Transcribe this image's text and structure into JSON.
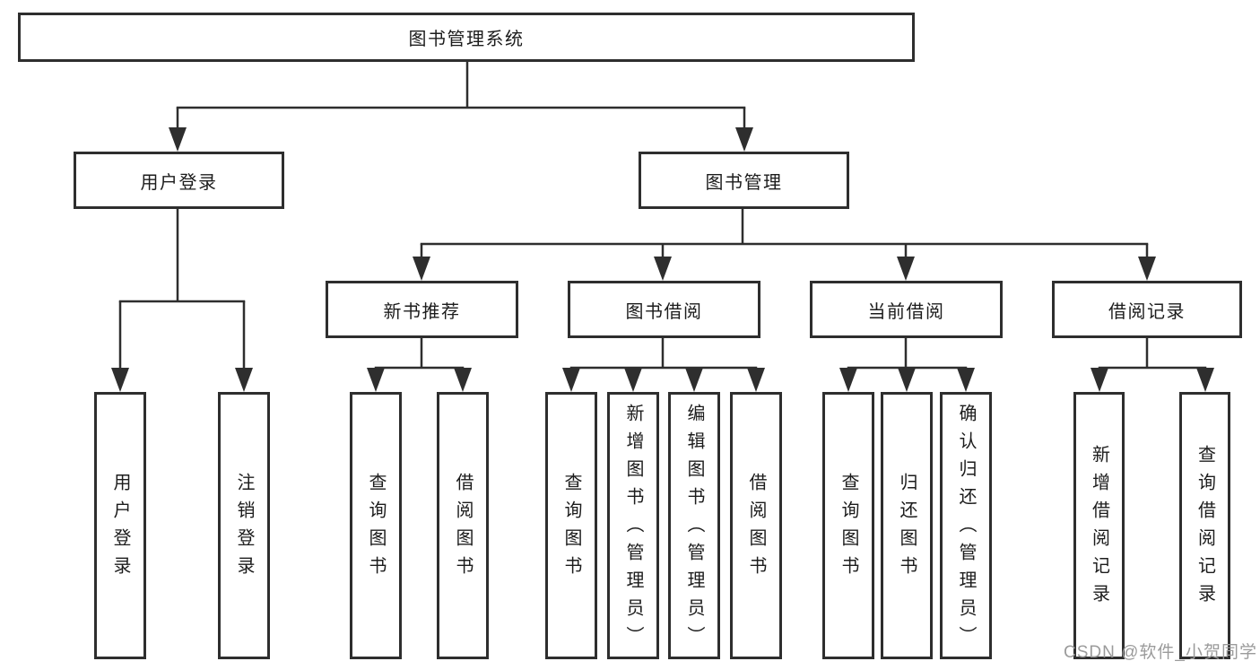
{
  "root": {
    "label": "图书管理系统"
  },
  "branches": [
    {
      "label": "用户登录",
      "children": [
        {
          "label": "用户登录"
        },
        {
          "label": "注销登录"
        }
      ]
    },
    {
      "label": "图书管理",
      "children": [
        {
          "label": "新书推荐",
          "children": [
            {
              "label": "查询图书"
            },
            {
              "label": "借阅图书"
            }
          ]
        },
        {
          "label": "图书借阅",
          "children": [
            {
              "label": "查询图书"
            },
            {
              "label": "新增图书（管理员）"
            },
            {
              "label": "编辑图书（管理员）"
            },
            {
              "label": "借阅图书"
            }
          ]
        },
        {
          "label": "当前借阅",
          "children": [
            {
              "label": "查询图书"
            },
            {
              "label": "归还图书"
            },
            {
              "label": "确认归还（管理员）"
            }
          ]
        },
        {
          "label": "借阅记录",
          "children": [
            {
              "label": "新增借阅记录"
            },
            {
              "label": "查询借阅记录"
            }
          ]
        }
      ]
    }
  ],
  "watermark": {
    "text": "CSDN @软件_小贺同学"
  },
  "colors": {
    "line": "#2e2e2e",
    "box_border": "#2e2e2e",
    "box_bg": "#ffffff",
    "text": "#1c1c1c",
    "watermark": "#9b9b9b"
  }
}
